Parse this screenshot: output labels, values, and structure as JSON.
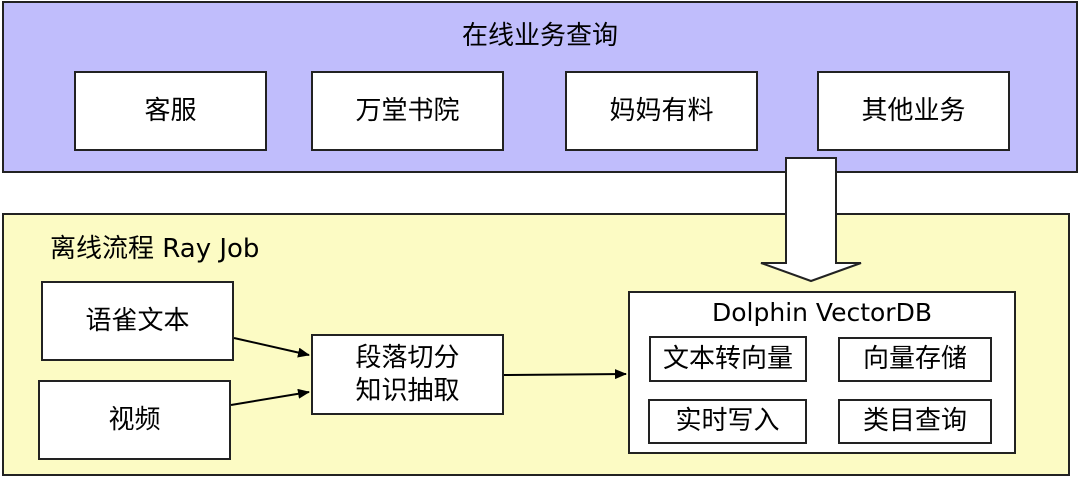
{
  "online": {
    "title": "在线业务查询",
    "services": [
      "客服",
      "万堂书院",
      "妈妈有料",
      "其他业务"
    ]
  },
  "offline": {
    "title": "离线流程  Ray Job",
    "sources": [
      "语雀文本",
      "视频"
    ],
    "process": [
      "段落切分",
      "知识抽取"
    ],
    "vectordb": {
      "title": "Dolphin VectorDB",
      "items": [
        "文本转向量",
        "向量存储",
        "实时写入",
        "类目查询"
      ]
    }
  },
  "colors": {
    "online_bg": "#c0bdfc",
    "offline_bg": "#fcfbc4",
    "border": "#222222"
  }
}
